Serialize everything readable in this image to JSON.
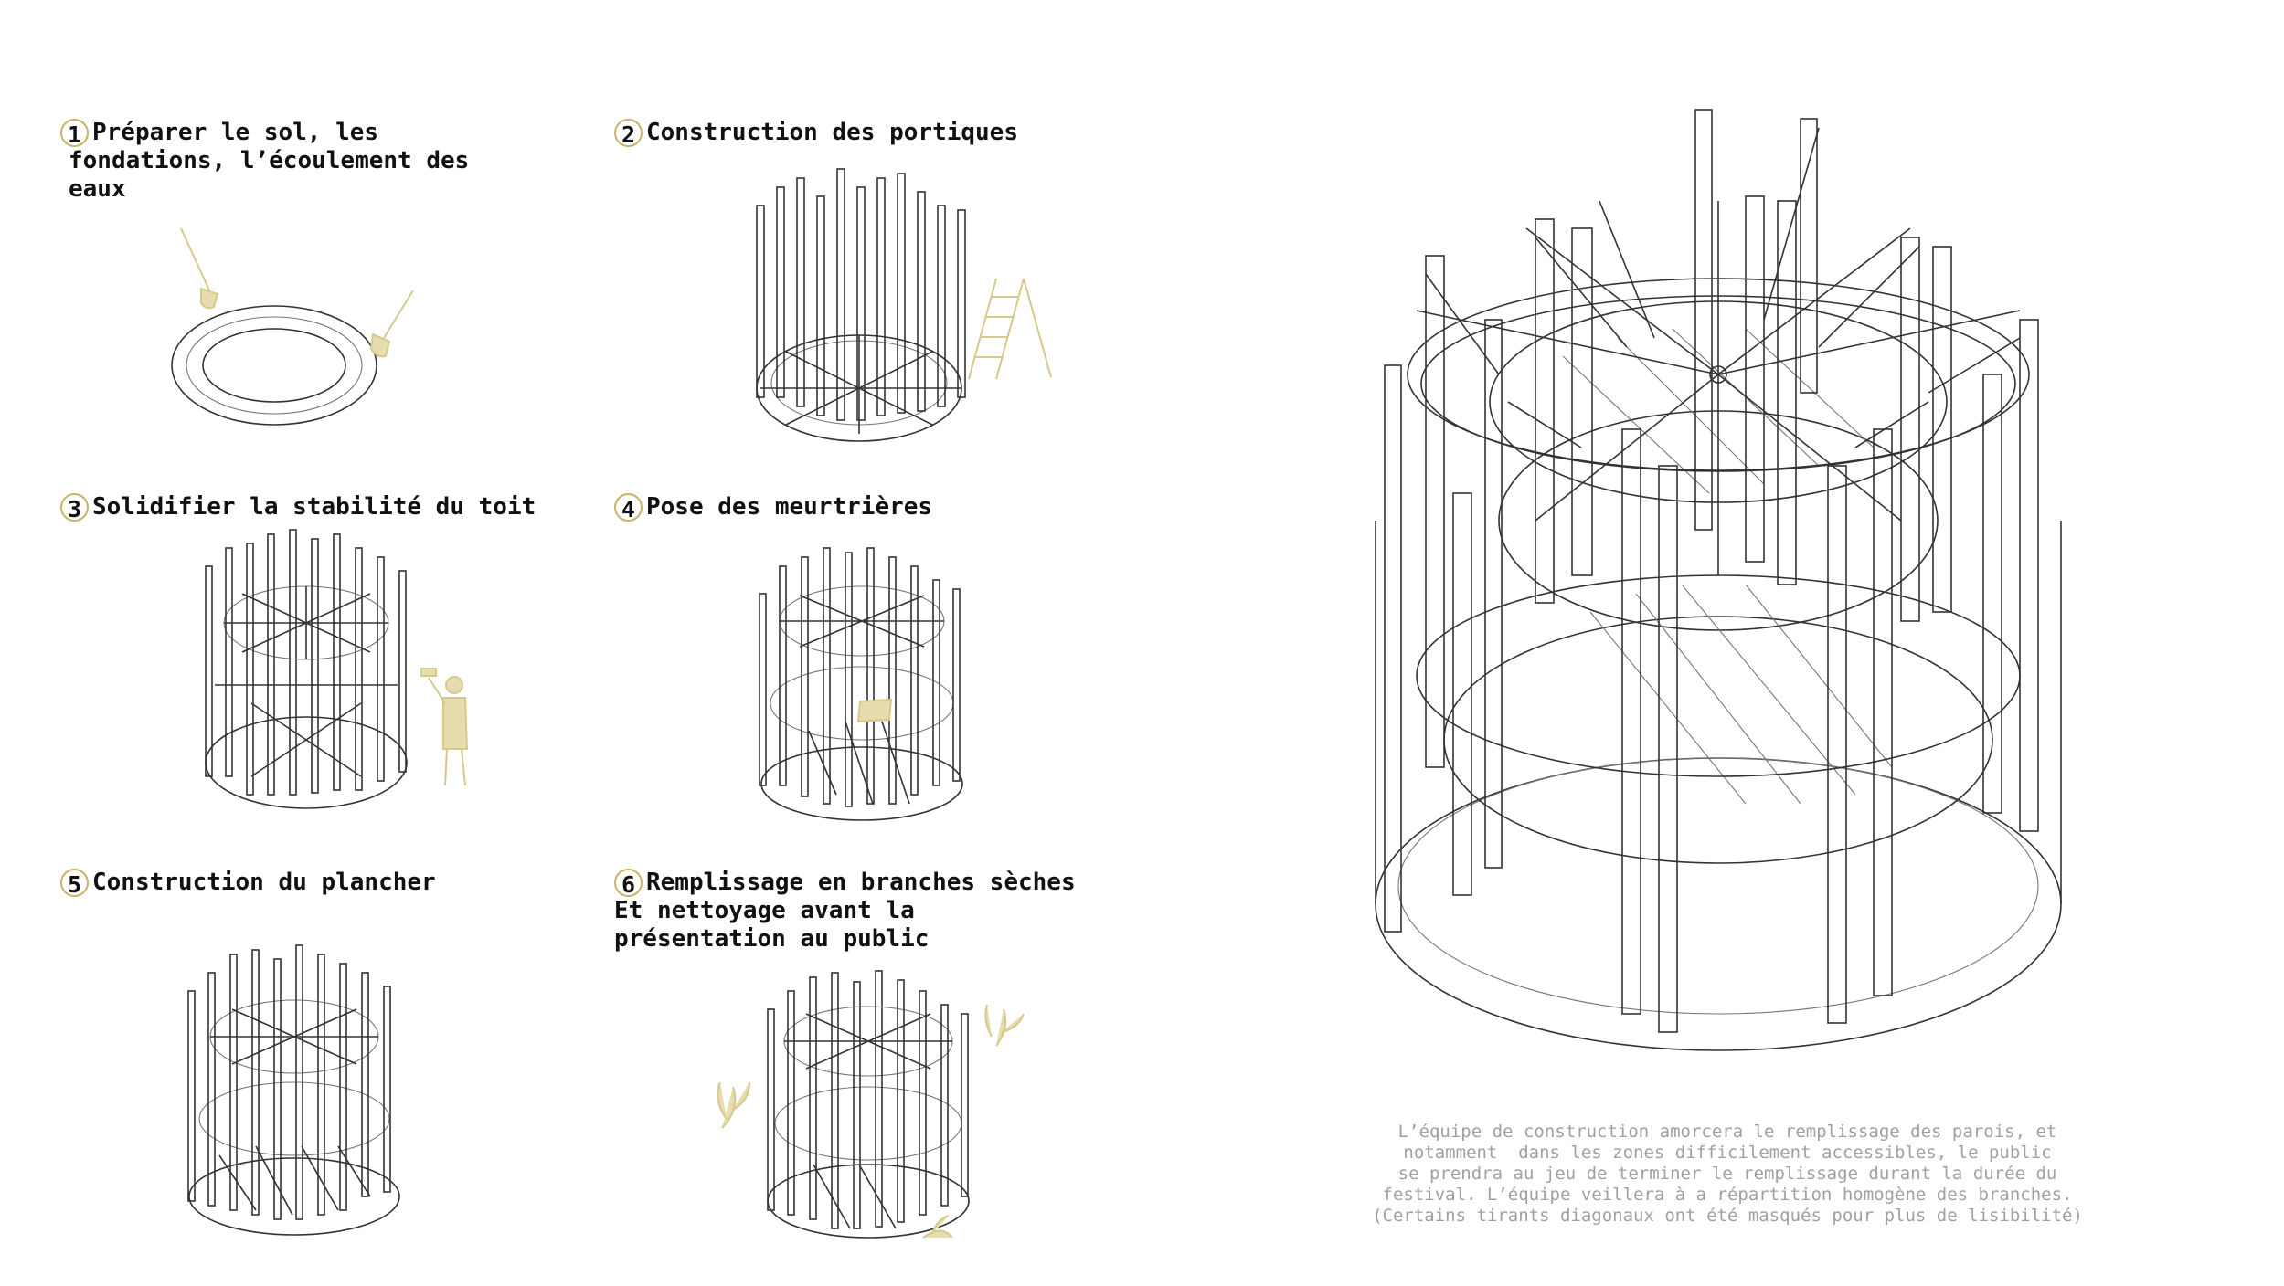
{
  "steps": [
    {
      "number": "1",
      "lines": [
        "Préparer le sol, les",
        "fondations, l’écoulement des",
        "eaux"
      ],
      "icon": "shovel-icon"
    },
    {
      "number": "2",
      "lines": [
        "Construction des portiques"
      ],
      "icon": "ladder-icon"
    },
    {
      "number": "3",
      "lines": [
        "Solidifier la stabilité du toit"
      ],
      "icon": "worker-hammer-icon"
    },
    {
      "number": "4",
      "lines": [
        "Pose des meurtrières"
      ],
      "icon": "window-panel-icon"
    },
    {
      "number": "5",
      "lines": [
        "Construction du plancher"
      ],
      "icon": ""
    },
    {
      "number": "6",
      "lines": [
        "Remplissage en branches sèches",
        "Et nettoyage avant la",
        "présentation au public"
      ],
      "icon": "branches-icon"
    }
  ],
  "caption": [
    "L’équipe de construction amorcera le remplissage des parois, et",
    "notamment  dans les zones difficilement accessibles, le public",
    "se prendra au jeu de terminer le remplissage durant la durée du",
    "festival. L’équipe veillera à a répartition homogène des branches.",
    "(Certains tirants diagonaux ont été masqués pour plus de lisibilité)"
  ],
  "colors": {
    "accent": "#e6dcae",
    "line": "#333333",
    "caption": "#a0a0a0"
  }
}
